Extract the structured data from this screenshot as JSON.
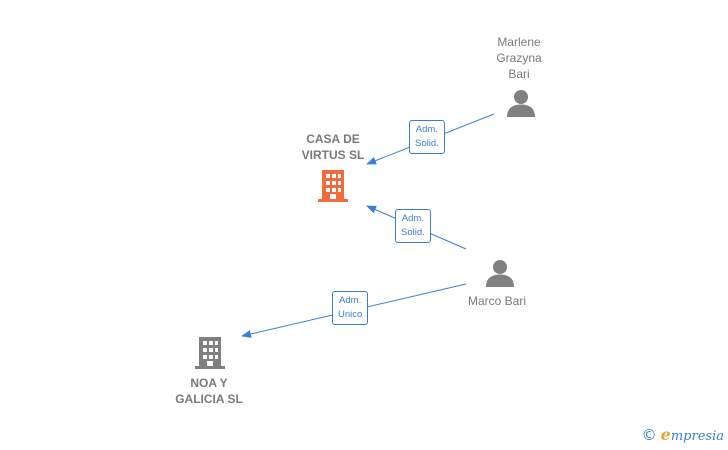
{
  "nodes": {
    "casa_de_virtus": {
      "label": "CASA DE\nVIRTUS  SL",
      "type": "company",
      "color": "#f26b3a"
    },
    "noa_y_galicia": {
      "label": "NOA Y\nGALICIA  SL",
      "type": "company",
      "color": "#808080"
    },
    "marlene": {
      "label": "Marlene\nGrazyna\nBari",
      "type": "person",
      "color": "#808080"
    },
    "marco": {
      "label": "Marco Bari",
      "type": "person",
      "color": "#808080"
    }
  },
  "edges": [
    {
      "from": "marlene",
      "to": "casa_de_virtus",
      "label": "Adm.\nSolid."
    },
    {
      "from": "marco",
      "to": "casa_de_virtus",
      "label": "Adm.\nSolid."
    },
    {
      "from": "marco",
      "to": "noa_y_galicia",
      "label": "Adm.\nUnico"
    }
  ],
  "footer": {
    "copyright_symbol": "©",
    "brand_initial": "e",
    "brand_rest": "mpresia"
  },
  "colors": {
    "edge": "#3a7fd5",
    "highlight_company": "#f26b3a",
    "icon_gray": "#808080",
    "text_gray": "#7a7a7a"
  }
}
